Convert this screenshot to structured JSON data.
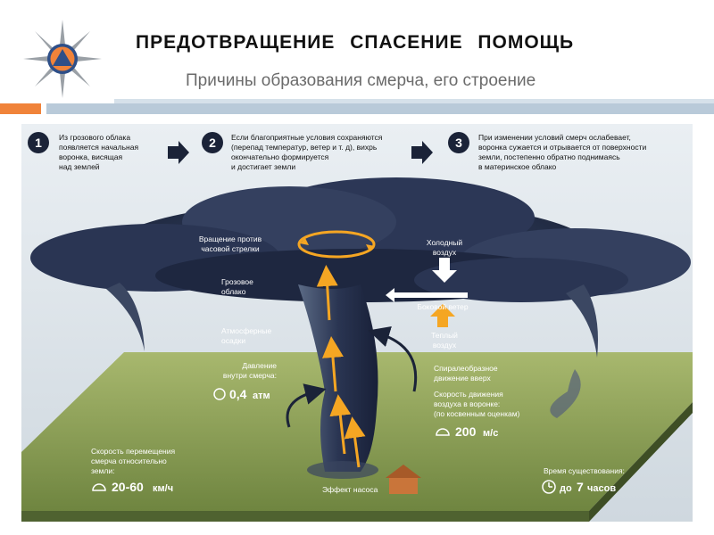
{
  "header": {
    "title": "ПРЕДОТВРАЩЕНИЕ   СПАСЕНИЕ   ПОМОЩЬ",
    "subtitle": "Причины образования смерча, его строение"
  },
  "steps": [
    {
      "number": "1",
      "text": [
        "Из грозового облака",
        "появляется начальная",
        "воронка, висящая",
        "над землей"
      ]
    },
    {
      "number": "2",
      "text": [
        "Если благоприятные условия сохраняются",
        "(перепад температур, ветер и т. д), вихрь",
        "окончательно формируется",
        "и достигает земли"
      ]
    },
    {
      "number": "3",
      "text": [
        "При изменении условий смерч ослабевает,",
        "воронка сужается и отрывается от поверхности",
        "земли, постепенно обратно поднимаясь",
        "в материнское облако"
      ]
    }
  ],
  "labels": {
    "rotation": [
      "Вращение против",
      "часовой стрелки"
    ],
    "storm_cloud": [
      "Грозовое",
      "облако"
    ],
    "precipitation": [
      "Атмосферные",
      "осадки"
    ],
    "pressure_label": [
      "Давление",
      "внутри смерча:"
    ],
    "pressure_value": "0,4",
    "pressure_unit": "атм",
    "cold_air": [
      "Холодный",
      "воздух"
    ],
    "side_wind": "Боковой ветер",
    "warm_air": [
      "Теплый",
      "воздух"
    ],
    "spiral": [
      "Спиралеобразное",
      "движение вверх"
    ],
    "speed_label": [
      "Скорость движения",
      "воздуха в воронке:",
      "(по косвенным оценкам)"
    ],
    "speed_value": "200",
    "speed_unit": "м/с",
    "move_label": [
      "Скорость перемещения",
      "смерча относительно",
      "земли:"
    ],
    "move_value": "20-60",
    "move_unit": "км/ч",
    "pump": "Эффект насоса",
    "lifetime_label": "Время существования:",
    "lifetime_prefix": "до",
    "lifetime_value": "7",
    "lifetime_unit": "часов"
  },
  "colors": {
    "accent_orange": "#f0833a",
    "arrow_orange": "#f5a623",
    "cloud_dark": "#1f2b45",
    "ground": "#8ea25a"
  }
}
